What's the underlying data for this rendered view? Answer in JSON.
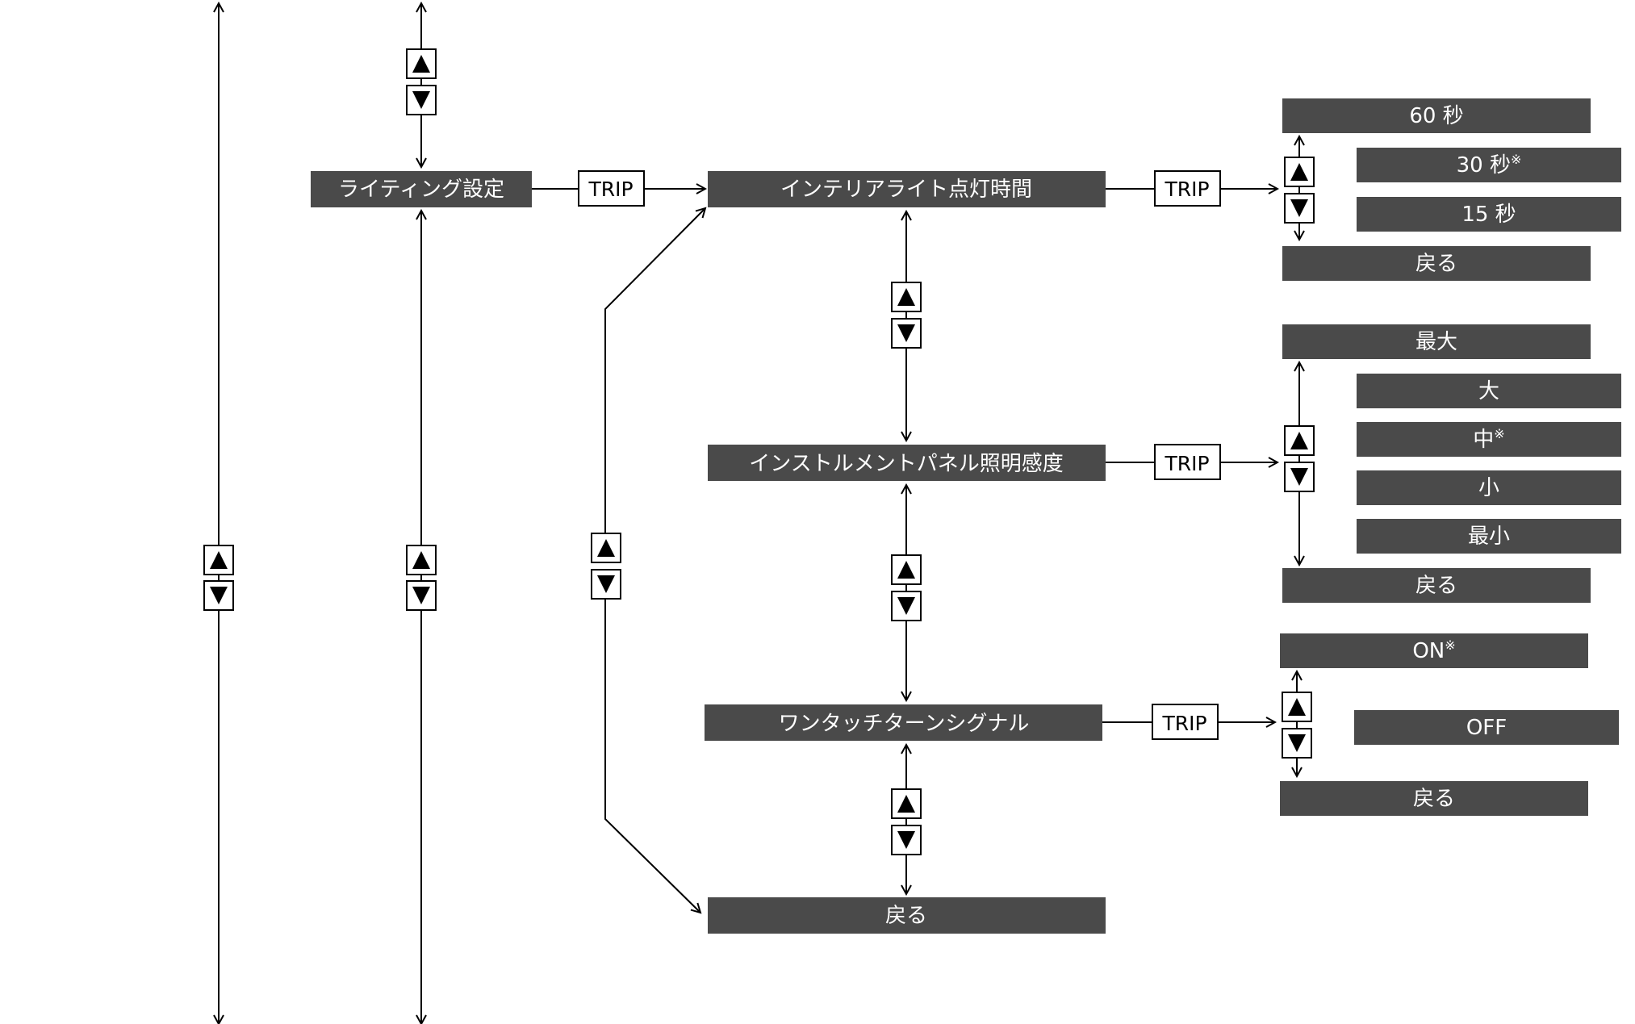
{
  "colors": {
    "box_fill": "#4a4a4a",
    "box_text": "#ffffff",
    "line": "#000000",
    "trip_fill": "#ffffff"
  },
  "menu": {
    "root": "ライティング設定",
    "trip_label": "TRIP",
    "items": [
      "インテリアライト点灯時間",
      "インストルメントパネル照明感度",
      "ワンタッチターンシグナル",
      "戻る"
    ]
  },
  "options": {
    "interior_light": {
      "s60": "60 秒",
      "s30": "30 秒",
      "s30_mark": "※",
      "s15": "15 秒",
      "back": "戻る"
    },
    "panel_brightness": {
      "max": "最大",
      "high": "大",
      "mid": "中",
      "mid_mark": "※",
      "low": "小",
      "min": "最小",
      "back": "戻る"
    },
    "turn_signal": {
      "on": "ON",
      "on_mark": "※",
      "off": "OFF",
      "back": "戻る"
    }
  },
  "icons": {
    "up": "up-arrow-icon",
    "down": "down-arrow-icon"
  }
}
